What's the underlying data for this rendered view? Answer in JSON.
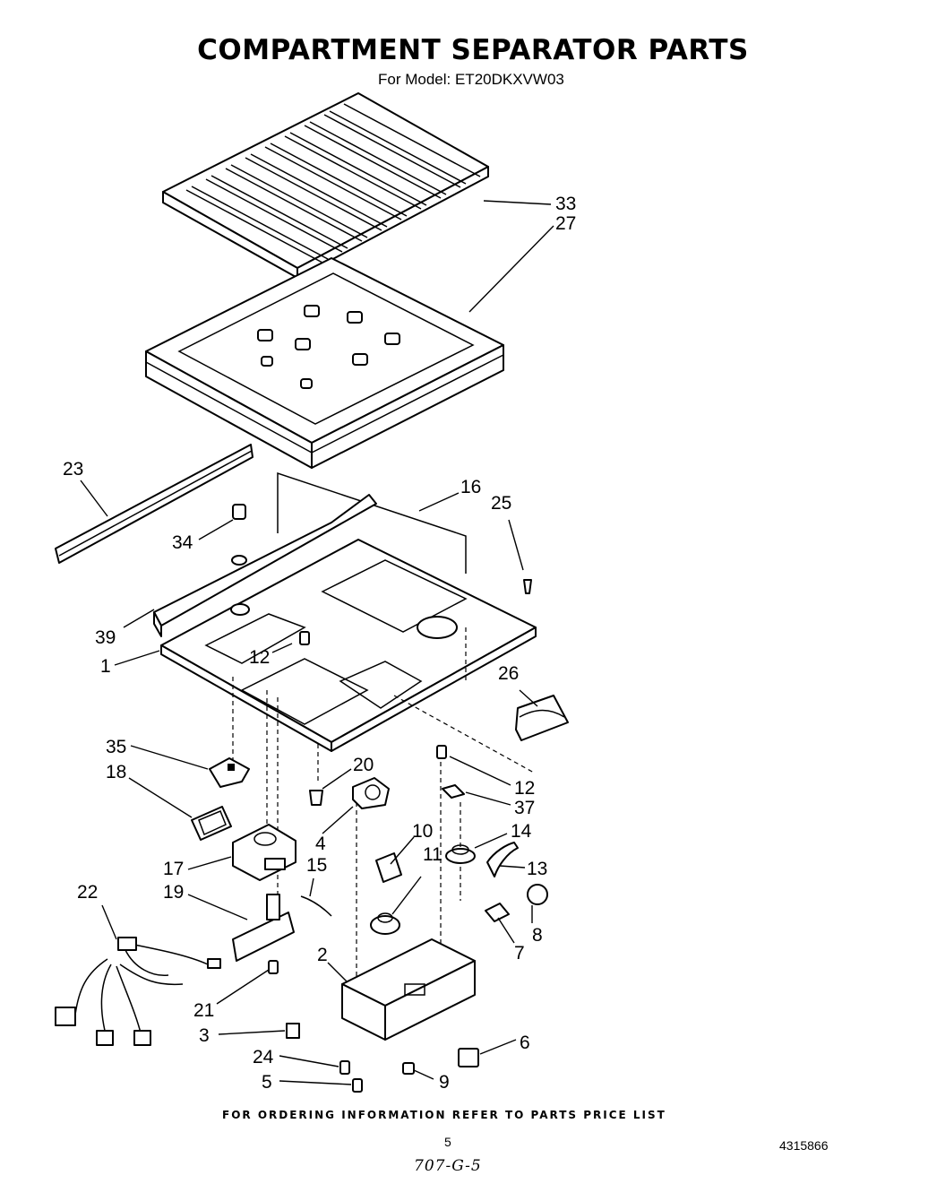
{
  "title": "COMPARTMENT SEPARATOR PARTS",
  "subtitle": "For Model: ET20DKXVW03",
  "footer_note": "FOR ORDERING INFORMATION REFER TO PARTS PRICE LIST",
  "page_number": "5",
  "document_number": "4315866",
  "handwritten_note": "707-G-5",
  "callouts": [
    "33",
    "27",
    "23",
    "16",
    "25",
    "34",
    "39",
    "1",
    "12",
    "26",
    "35",
    "20",
    "18",
    "12",
    "37",
    "10",
    "14",
    "4",
    "17",
    "15",
    "11",
    "13",
    "22",
    "19",
    "8",
    "7",
    "2",
    "21",
    "3",
    "6",
    "24",
    "9",
    "5"
  ]
}
